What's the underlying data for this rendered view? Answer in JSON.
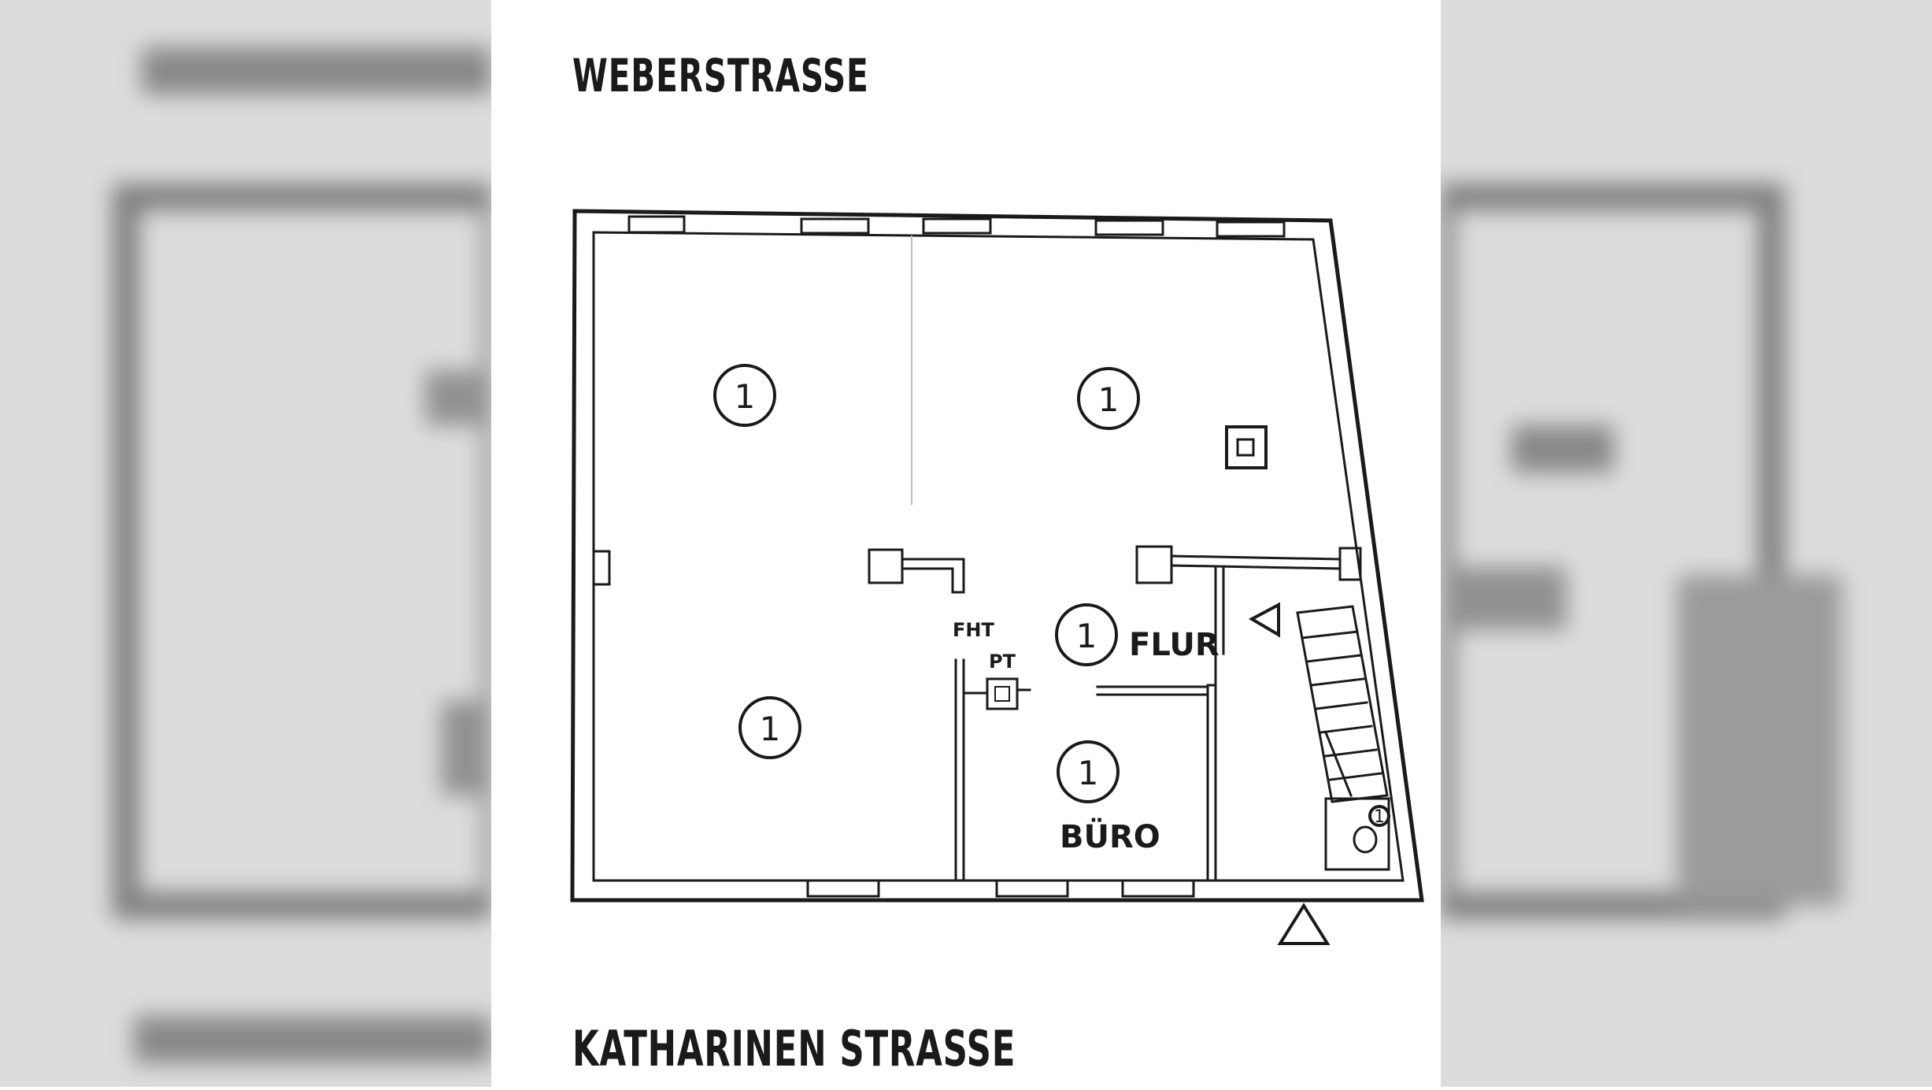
{
  "streets": {
    "top": "WEBERSTRASSE",
    "bottom": "KATHARINEN STRASSE"
  },
  "rooms": {
    "room_top_left": "1",
    "room_top_right": "1",
    "room_bottom_left": "1",
    "flur_number": "1",
    "flur_label": "FLUR",
    "buero_number": "1",
    "buero_label": "BÜRO",
    "wc_number": "1"
  },
  "fixtures": {
    "fht_label": "FHT",
    "pt_label": "PT"
  },
  "colors": {
    "ink": "#1a1a1a",
    "paper": "#ffffff",
    "backdrop": "#dcdcdc"
  }
}
